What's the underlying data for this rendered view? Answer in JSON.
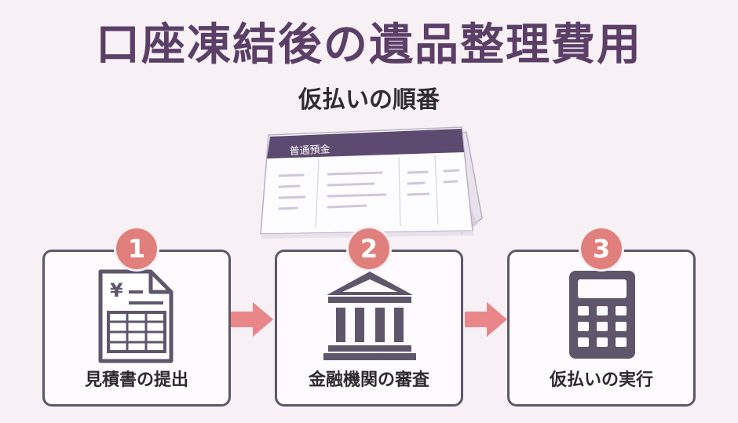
{
  "title": "口座凍結後の遺品整理費用",
  "subtitle": "仮払いの順番",
  "passbook": {
    "label": "普通預金",
    "icon": "bankbook-icon"
  },
  "steps": [
    {
      "number": "1",
      "label": "見積書の提出",
      "icon": "invoice-icon",
      "currency": "¥"
    },
    {
      "number": "2",
      "label": "金融機関の審査",
      "icon": "bank-icon"
    },
    {
      "number": "3",
      "label": "仮払いの実行",
      "icon": "calculator-icon"
    }
  ],
  "colors": {
    "background": "#f7f0f5",
    "accent": "#5b3f67",
    "badge": "#e07f7c",
    "arrow": "#e8868a",
    "border": "#5f566c"
  }
}
